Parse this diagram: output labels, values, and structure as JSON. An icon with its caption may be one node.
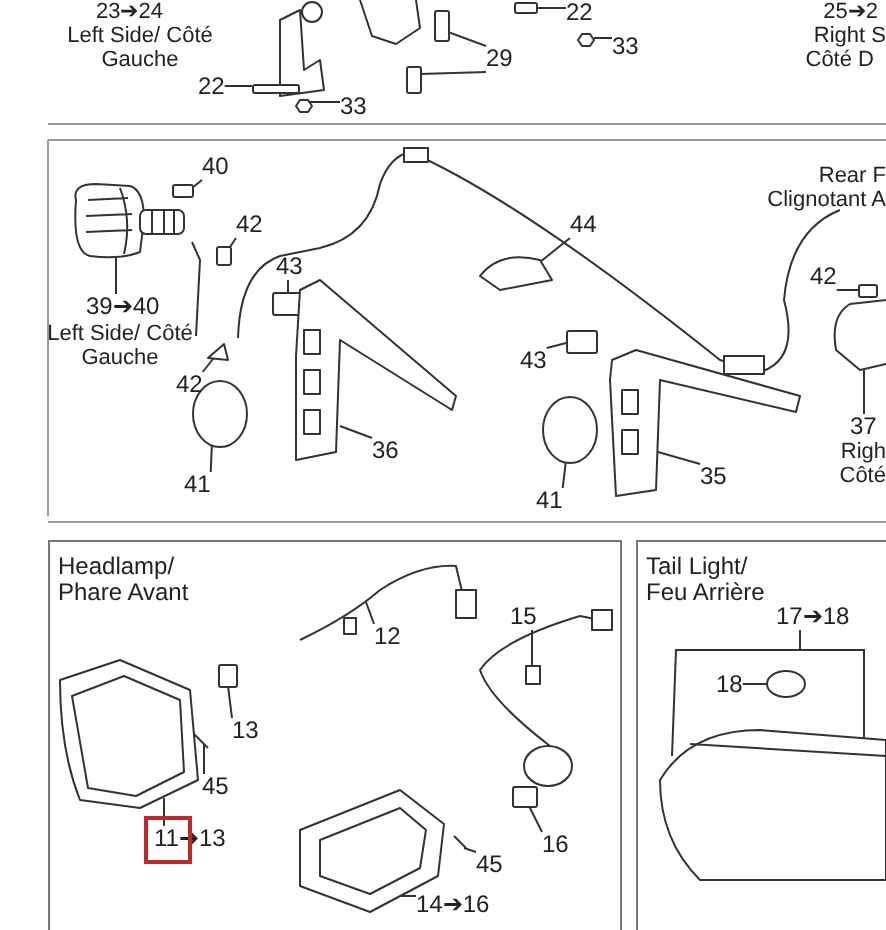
{
  "diagram": {
    "nodes": [
      {
        "text": [
          "Headlamp/ Phare Avant"
        ]
      },
      {
        "text": [
          "Tail Light/ Feu Arrière"
        ]
      },
      {
        "text": [
          "22"
        ]
      },
      {
        "text": [
          "33"
        ]
      },
      {
        "text": [
          "29"
        ]
      },
      {
        "text": [
          "22"
        ]
      },
      {
        "text": [
          "33"
        ]
      },
      {
        "text": [
          "40"
        ]
      },
      {
        "text": [
          "42"
        ]
      },
      {
        "text": [
          "43"
        ]
      },
      {
        "text": [
          "44"
        ]
      },
      {
        "text": [
          "39➔40"
        ]
      },
      {
        "text": [
          "42"
        ]
      },
      {
        "text": [
          "41"
        ]
      },
      {
        "text": [
          "36"
        ]
      },
      {
        "text": [
          "43"
        ]
      },
      {
        "text": [
          "41"
        ]
      },
      {
        "text": [
          "35"
        ]
      },
      {
        "text": [
          "42"
        ]
      },
      {
        "text": [
          "37"
        ]
      },
      {
        "text": [
          "12"
        ],
        "in": 0
      },
      {
        "text": [
          "13"
        ],
        "in": 0
      },
      {
        "text": [
          "45"
        ],
        "in": 0
      },
      {
        "text": [
          "11➔13"
        ],
        "in": 0
      },
      {
        "text": [
          "14➔16"
        ],
        "in": 0
      },
      {
        "text": [
          "45"
        ],
        "in": 0
      },
      {
        "text": [
          "15"
        ],
        "in": 0
      },
      {
        "text": [
          "16"
        ],
        "in": 0
      },
      {
        "text": [
          "17➔18"
        ],
        "in": 1
      },
      {
        "text": [
          "18"
        ],
        "in": 1
      },
      {
        "text": [],
        "shape": "box"
      },
      {
        "text": [],
        "shape": "picture"
      },
      {
        "text": [],
        "shape": "box"
      },
      {
        "text": [],
        "shape": "box"
      },
      {
        "text": [],
        "shape": "box"
      },
      {
        "text": [],
        "shape": "picture"
      },
      {
        "text": [],
        "shape": "box"
      },
      {
        "text": [],
        "shape": "box"
      },
      {
        "text": [],
        "shape": "box"
      },
      {
        "text": [],
        "shape": "picture"
      },
      {
        "text": [],
        "shape": "picture"
      },
      {
        "text": [],
        "shape": "picture"
      },
      {
        "text": [],
        "shape": "circle"
      },
      {
        "text": [],
        "shape": "picture"
      },
      {
        "text": [],
        "shape": "box"
      },
      {
        "text": [],
        "shape": "circle"
      },
      {
        "text": [],
        "shape": "picture"
      },
      {
        "text": [],
        "shape": "box"
      },
      {
        "text": [],
        "shape": "picture"
      },
      {
        "text": [],
        "shape": "picture",
        "in": 0
      },
      {
        "text": [],
        "shape": "box",
        "in": 0
      },
      {
        "text": [],
        "shape": "picture",
        "in": 0
      },
      {
        "text": [],
        "shape": "picture",
        "in": 0
      },
      {
        "text": [],
        "shape": "picture",
        "in": 0
      },
      {
        "text": [],
        "shape": "picture",
        "in": 0
      },
      {
        "text": [],
        "shape": "picture",
        "in": 0
      },
      {
        "text": [],
        "shape": "box",
        "in": 0
      },
      {
        "text": [],
        "shape": "picture",
        "in": 1
      },
      {
        "text": [],
        "shape": "circle",
        "in": 1
      }
    ],
    "edges": [
      {
        "from": 2,
        "to": 30,
        "arrow": "none"
      },
      {
        "from": 3,
        "to": 31,
        "arrow": "none"
      },
      {
        "from": 4,
        "to": 32,
        "arrow": "none"
      },
      {
        "from": 4,
        "to": 33,
        "arrow": "none"
      },
      {
        "from": 5,
        "to": 34,
        "arrow": "none"
      },
      {
        "from": 6,
        "to": 35,
        "arrow": "none"
      },
      {
        "from": 7,
        "to": 36,
        "arrow": "none"
      },
      {
        "from": 8,
        "to": 37,
        "arrow": "none"
      },
      {
        "from": 9,
        "to": 38,
        "arrow": "none"
      },
      {
        "from": 10,
        "to": 39,
        "arrow": "none"
      },
      {
        "from": 11,
        "to": 40,
        "arrow": "none"
      },
      {
        "from": 12,
        "to": 41,
        "arrow": "none"
      },
      {
        "from": 13,
        "to": 42,
        "arrow": "none"
      },
      {
        "from": 14,
        "to": 43,
        "arrow": "none"
      },
      {
        "from": 15,
        "to": 44,
        "arrow": "none"
      },
      {
        "from": 16,
        "to": 45,
        "arrow": "none"
      },
      {
        "from": 17,
        "to": 46,
        "arrow": "none"
      },
      {
        "from": 18,
        "to": 47,
        "arrow": "none"
      },
      {
        "from": 19,
        "to": 48,
        "arrow": "none"
      },
      {
        "from": 20,
        "to": 49,
        "arrow": "none"
      },
      {
        "from": 21,
        "to": 50,
        "arrow": "none"
      },
      {
        "from": 22,
        "to": 51,
        "arrow": "none"
      },
      {
        "from": 23,
        "to": 52,
        "arrow": "none"
      },
      {
        "from": 24,
        "to": 53,
        "arrow": "none"
      },
      {
        "from": 25,
        "to": 54,
        "arrow": "none"
      },
      {
        "from": 26,
        "to": 55,
        "arrow": "none"
      },
      {
        "from": 27,
        "to": 56,
        "arrow": "none"
      },
      {
        "from": 28,
        "to": 57,
        "arrow": "none"
      },
      {
        "from": 29,
        "to": 58,
        "arrow": "none"
      }
    ],
    "labels": [
      "23➔24",
      "Left Side/ Côté Gauche",
      "25➔2",
      "Right S",
      "Côté D",
      "Left Side/ Côté Gauche",
      "Rear F",
      "Clignotant A",
      "Righ",
      "Côté"
    ]
  }
}
